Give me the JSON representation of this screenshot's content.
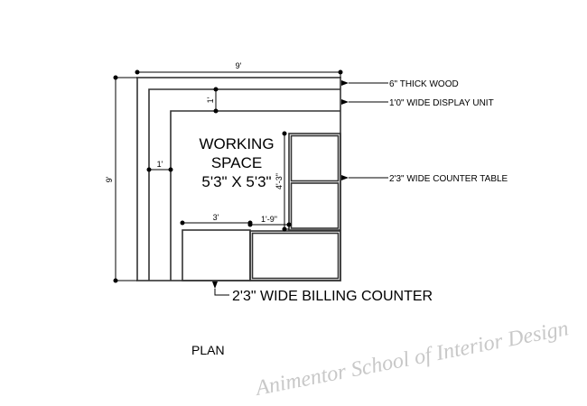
{
  "dimensions": {
    "overall_width": "9'",
    "overall_depth": "9'",
    "display_unit_depth": "1'",
    "display_unit_side": "1'",
    "counter_table_length": "4'-3\"",
    "billing_length": "3'",
    "billing_return": "1'-9\""
  },
  "working_space": {
    "line1": "WORKING",
    "line2": "SPACE",
    "line3": "5'3\" X 5'3\""
  },
  "labels": {
    "wood": "6\" THICK WOOD",
    "display": "1'0\" WIDE DISPLAY UNIT",
    "counter_table": "2'3\" WIDE COUNTER TABLE",
    "billing": "2'3\" WIDE BILLING COUNTER",
    "plan": "PLAN"
  },
  "watermark": "Animentor School of Interior Design"
}
